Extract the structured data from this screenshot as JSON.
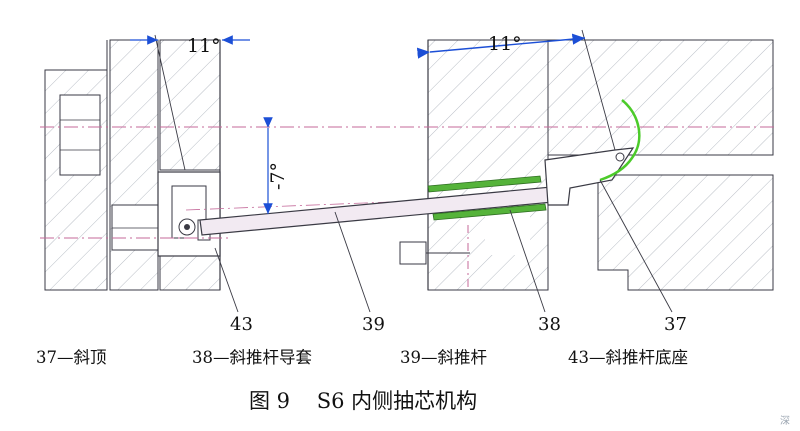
{
  "annotations": {
    "angle_left": "11°",
    "angle_right": "11°",
    "angle_vertical": "-7°"
  },
  "callouts": {
    "n43": "43",
    "n39": "39",
    "n38": "38",
    "n37": "37"
  },
  "legend": {
    "item_37": "37—斜顶",
    "item_38": "38—斜推杆导套",
    "item_39": "39—斜推杆",
    "item_43": "43—斜推杆底座"
  },
  "caption": "图 9    S6 内侧抽芯机构",
  "watermark": "深",
  "colors": {
    "hatch": "#b9bec6",
    "outline": "#3a3a44",
    "centerline": "#c46a9a",
    "dim_blue": "#1c4fd6",
    "guide_green": "#55b33a",
    "rod_fill": "#f2eaf2"
  }
}
